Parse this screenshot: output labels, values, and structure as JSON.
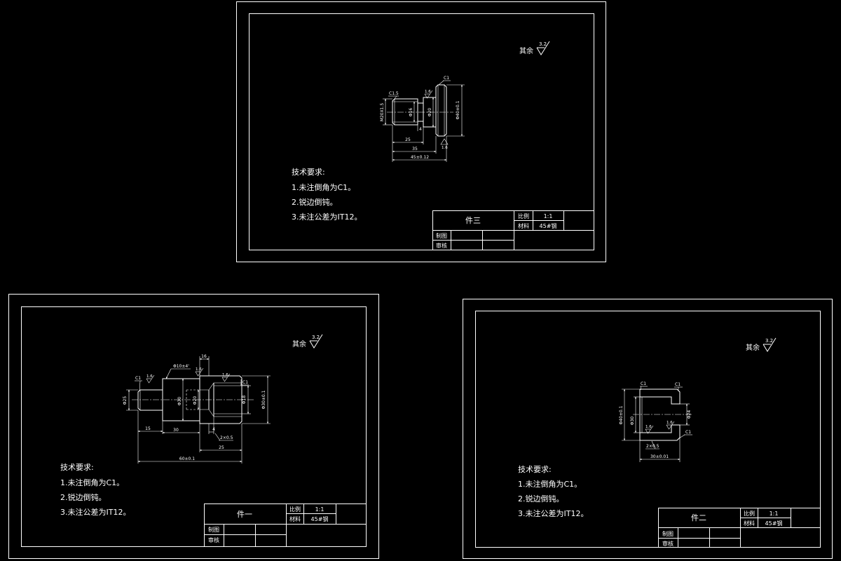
{
  "colors": {
    "background": "#000000",
    "line": "#ffffff"
  },
  "sheets": [
    {
      "rest_label": "其余",
      "roughness": "3.2",
      "tech_title": "技术要求:",
      "tech_items": [
        "1.未注倒角为C1。",
        "2.锐边倒钝。",
        "3.未注公差为IT12。"
      ],
      "title_block": {
        "part": "件三",
        "scale_label": "比例",
        "scale": "1:1",
        "material_label": "材料",
        "material": "45#钢",
        "drawn_label": "制图",
        "checked_label": "审核"
      },
      "dims": {
        "chamfer": "C1.5",
        "thread": "M20X1.5",
        "roughness_top": "1.6",
        "thread_minor": "Φ16",
        "shoulder": "Φ20",
        "flange_chamfer": "C1",
        "flange": "Φ40±0.1",
        "roughness_bottom": "1.6",
        "neck": "4",
        "len_a": "25",
        "len_b": "35",
        "len_total": "45±0.12"
      }
    },
    {
      "rest_label": "其余",
      "roughness": "3.2",
      "tech_title": "技术要求:",
      "tech_items": [
        "1.未注倒角为C1。",
        "2.锐边倒钝。",
        "3.未注公差为IT12。"
      ],
      "title_block": {
        "part": "件一",
        "scale_label": "比例",
        "scale": "1:1",
        "material_label": "材料",
        "material": "45#钢",
        "drawn_label": "制图",
        "checked_label": "审核"
      },
      "dims": {
        "chamfer_left": "C1",
        "roughness_left": "1.6",
        "dia_left": "Φ25",
        "taper": "Φ10±4'",
        "len_web": "16",
        "roughness_web": "1.6",
        "roughness_bore": "1.6",
        "chamfer_right": "C1",
        "dia_mid": "Φ30",
        "dia_hole": "Φ20",
        "dia_bore": "Φ18",
        "dia_outer": "Φ30±0.1",
        "len_a": "15",
        "len_b": "30",
        "len_c": "4",
        "groove": "2×0.5",
        "len_d": "25",
        "len_total": "60±0.1"
      }
    },
    {
      "rest_label": "其余",
      "roughness": "3.2",
      "tech_title": "技术要求:",
      "tech_items": [
        "1.未注倒角为C1。",
        "2.锐边倒钝。",
        "3.未注公差为IT12。"
      ],
      "title_block": {
        "part": "件二",
        "scale_label": "比例",
        "scale": "1:1",
        "material_label": "材料",
        "material": "45#钢",
        "drawn_label": "制图",
        "checked_label": "审核"
      },
      "dims": {
        "chamfer_tl": "C1",
        "chamfer_tr": "C1",
        "chamfer_br": "C1",
        "dia_outer": "Φ40±0.1",
        "dia_bore": "Φ30",
        "dia_end": "Φ24",
        "roughness_bore": "1.6",
        "roughness_end": "1.6",
        "groove": "2×0.5",
        "len_total": "30±0.01"
      }
    }
  ]
}
